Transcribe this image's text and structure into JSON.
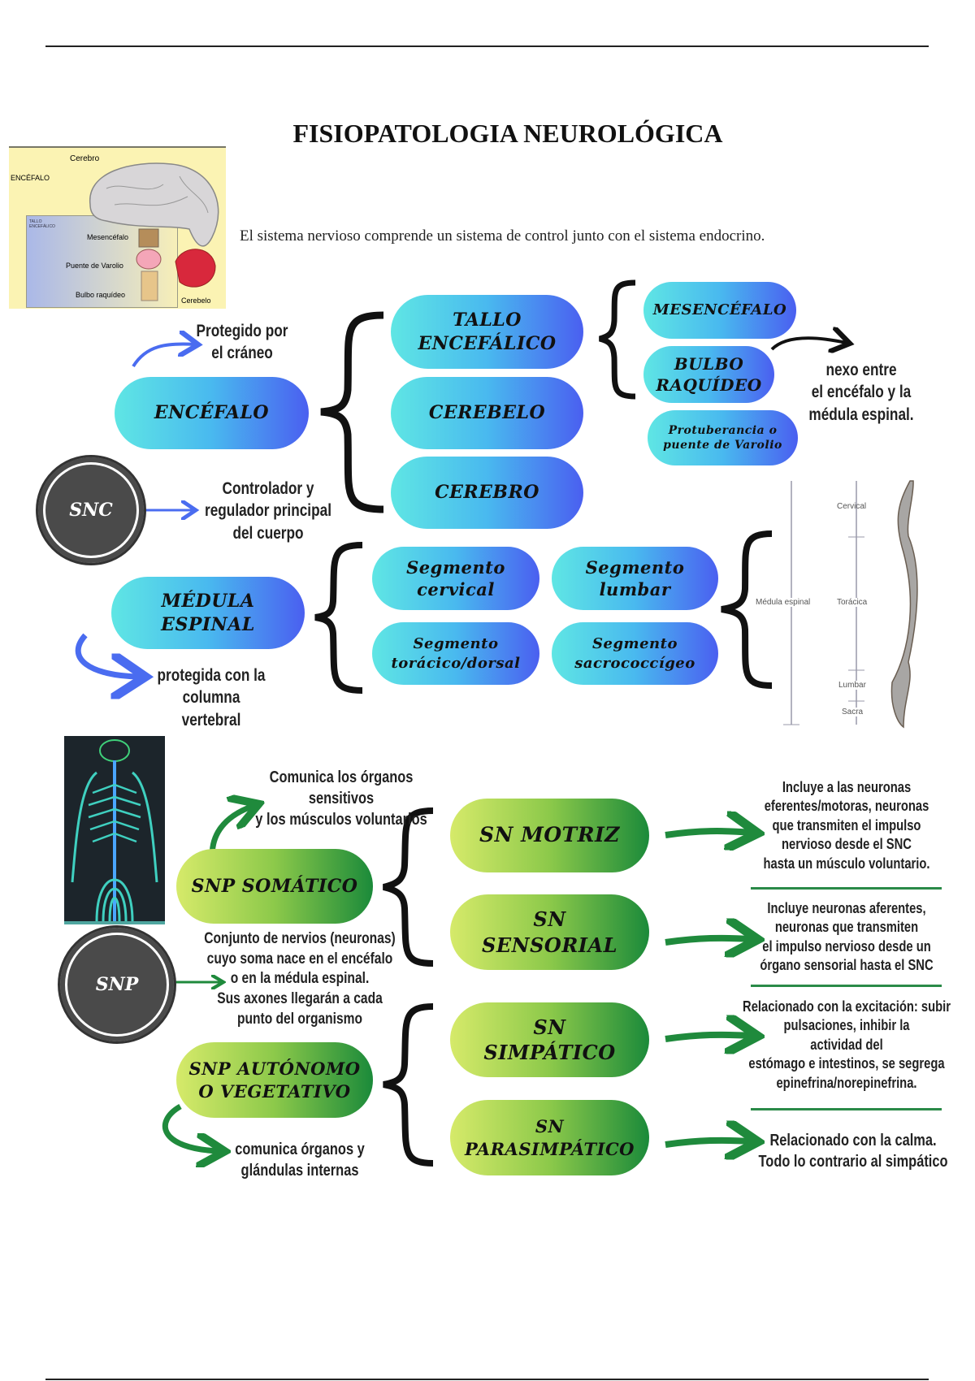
{
  "title": "FISIOPATOLOGIA NEUROLÓGICA",
  "intro": "El sistema nervioso comprende un sistema de control junto con el sistema endocrino.",
  "brain_figure": {
    "labels": [
      "Cerebro",
      "ENCÉFALO",
      "TALLO ENCEFÁLICO",
      "Mesencéfalo",
      "Puente de Varolio",
      "Bulbo raquídeo",
      "Cerebelo"
    ]
  },
  "snc": {
    "circle": "SNC",
    "circle_note": "Controlador y\nregulador principal\ndel cuerpo",
    "encefalo": {
      "label": "ENCÉFALO",
      "note": "Protegido por\nel cráneo",
      "children": [
        "TALLO\nENCEFÁLICO",
        "CEREBELO",
        "CEREBRO"
      ],
      "tallo_children": [
        "MESENCÉFALO",
        "BULBO\nRAQUÍDEO",
        "Protuberancia o\npuente de Varolio"
      ],
      "bulbo_note": "nexo entre\nel encéfalo y la\nmédula espinal."
    },
    "medula": {
      "label": "MÉDULA\nESPINAL",
      "note": "protegida con la\ncolumna vertebral",
      "segments": [
        "Segmento\ncervical",
        "Segmento\nlumbar",
        "Segmento\ntorácico/dorsal",
        "Segmento\nsacrococcígeo"
      ]
    },
    "spine_figure": {
      "labels": [
        "Cervical",
        "Médula espinal",
        "Torácica",
        "Lumbar",
        "Sacra"
      ]
    }
  },
  "snp": {
    "circle": "SNP",
    "circle_note": "Conjunto de nervios (neuronas)\ncuyo soma nace en el encéfalo\no en la médula espinal.\nSus axones llegarán a cada\npunto del organismo",
    "somatico": {
      "label": "SNP SOMÁTICO",
      "note": "Comunica los órganos sensitivos\ny los músculos voluntarios",
      "children": [
        {
          "label": "SN MOTRIZ",
          "desc": "Incluye a las neuronas\neferentes/motoras, neuronas\nque transmiten el impulso\nnervioso desde el SNC\nhasta un músculo voluntario."
        },
        {
          "label": "SN\nSENSORIAL",
          "desc": "Incluye neuronas aferentes,\nneuronas que transmiten\nel impulso nervioso desde un\nórgano sensorial hasta el SNC"
        }
      ]
    },
    "autonomo": {
      "label": "SNP AUTÓNOMO\nO VEGETATIVO",
      "note": "comunica órganos y\nglándulas internas",
      "children": [
        {
          "label": "SN\nSIMPÁTICO",
          "desc": "Relacionado con la excitación: subir\npulsaciones, inhibir la\nactividad del\nestómago e intestinos, se segrega\nepinefrina/norepinefrina."
        },
        {
          "label": "SN\nPARASIMPÁTICO",
          "desc": "Relacionado con la calma.\nTodo lo contrario al simpático"
        }
      ]
    }
  },
  "colors": {
    "blue_start": "#5fe6e4",
    "blue_end": "#4a5ff0",
    "green_start": "#d6ea6a",
    "green_end": "#1b8a3a",
    "arrow_blue": "#4a6cf0",
    "arrow_green": "#1f8a3c"
  }
}
